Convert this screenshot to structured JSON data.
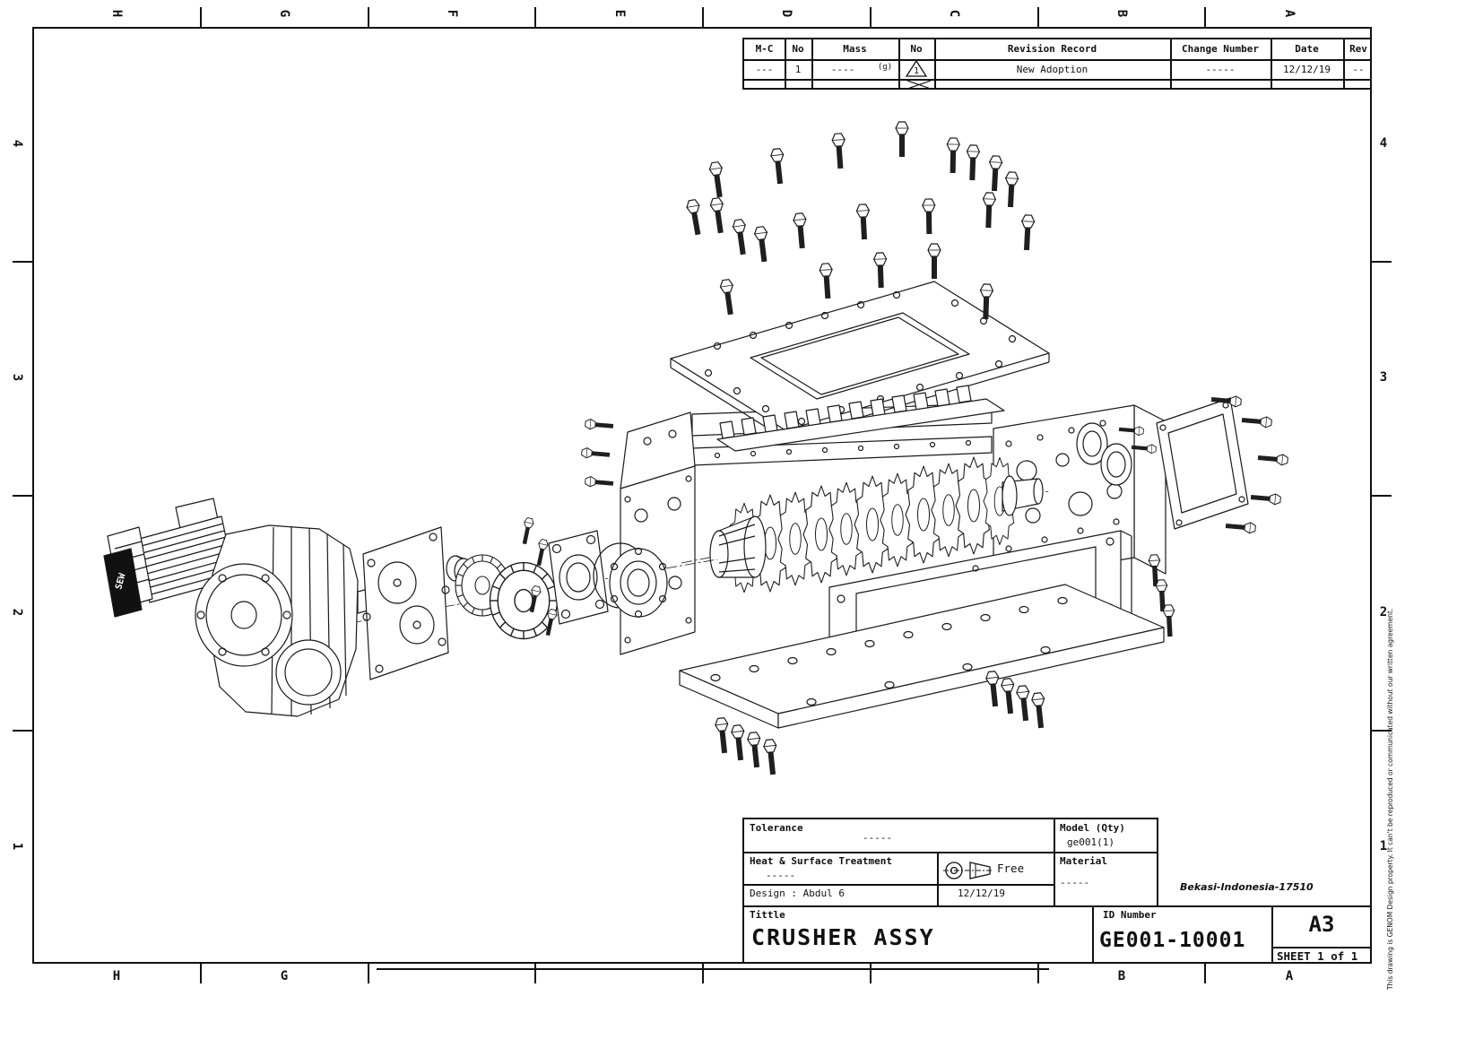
{
  "sheet": {
    "zone_letters": [
      "H",
      "G",
      "F",
      "E",
      "D",
      "C",
      "B",
      "A"
    ],
    "zone_numbers": [
      "4",
      "3",
      "2",
      "1"
    ]
  },
  "revision_table": {
    "col_mc": "M-C",
    "col_no": "No",
    "col_mass": "Mass",
    "col_no2": "No",
    "col_record": "Revision Record",
    "col_change": "Change Number",
    "col_date": "Date",
    "col_rev": "Rev",
    "row": {
      "mc": "---",
      "no": "1",
      "mass": "----",
      "mass_unit": "(g)",
      "marker_no": "1",
      "record": "New Adoption",
      "change": "-----",
      "date": "12/12/19",
      "rev": "--"
    }
  },
  "title_block": {
    "tolerance_label": "Tolerance",
    "tolerance_value": "-----",
    "heat_label": "Heat & Surface Treatment",
    "heat_value": "-----",
    "design_label": "Design : Abdul 6",
    "design_date": "12/12/19",
    "projection_label": "Free",
    "title_label": "Tittle",
    "title_value": "CRUSHER ASSY",
    "model_label": "Model (Qty)",
    "model_value": "ge001(1)",
    "material_label": "Material",
    "material_value": "-----",
    "address": "Bekasi-Indonesia-17510",
    "id_label": "ID Number",
    "id_value": "GE001-10001",
    "size": "A3",
    "sheet_label": "SHEET 1 of 1"
  },
  "drawing": {
    "motor_brand": "SEW"
  },
  "disclaimer": "This drawing is GENOM Design property. It can't be reproduced or communicated without our written agreement."
}
